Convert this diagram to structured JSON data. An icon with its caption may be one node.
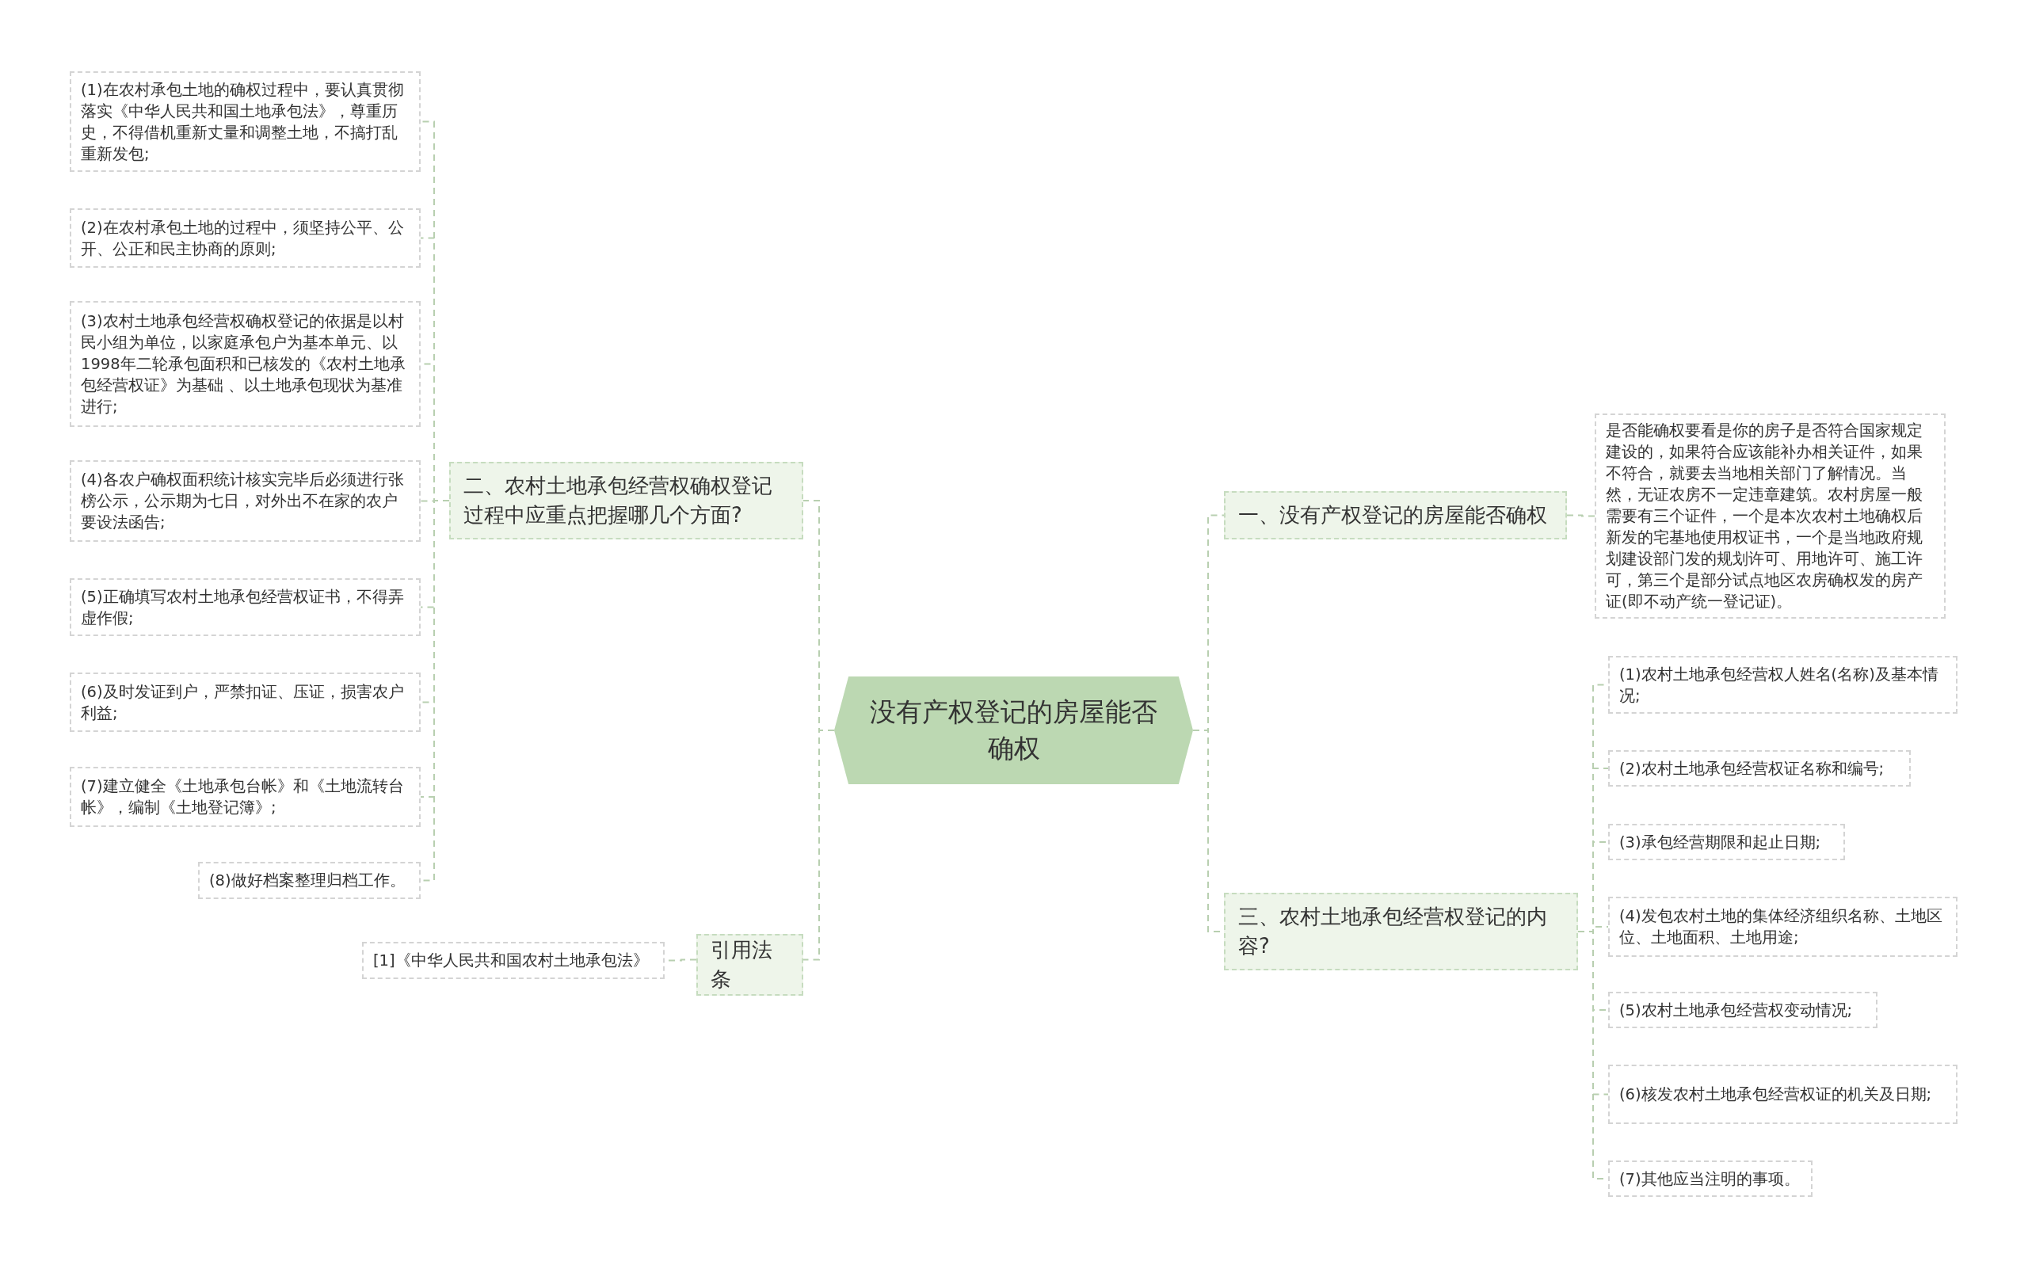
{
  "diagram": {
    "nodes": [
      {
        "text": [
          "没有产权登记的房屋能否确权"
        ]
      },
      {
        "text": [
          "一、没有产权登记的房屋能否确权"
        ]
      },
      {
        "text": [
          "是否能确权要看是你的房子是否符合国家规定建设的，如果符合应该能补办相关证件，如果不符合，就要去当地相关部门了解情况。当然，无证农房不一定违章建筑。农村房屋一般需要有三个证件，一个是本次农村土地确权后新发的宅基地使用权证书，一个是当地政府规划建设部门发的规划许可、用地许可、施工许可，第三个是部分试点地区农房确权发的房产证(即不动产统一登记证)。"
        ]
      },
      {
        "text": [
          "三、农村土地承包经营权登记的内容?"
        ]
      },
      {
        "text": [
          "(1)农村土地承包经营权人姓名(名称)及基本情况;"
        ]
      },
      {
        "text": [
          "(2)农村土地承包经营权证名称和编号;"
        ]
      },
      {
        "text": [
          "(3)承包经营期限和起止日期;"
        ]
      },
      {
        "text": [
          "(4)发包农村土地的集体经济组织名称、土地区位、土地面积、土地用途;"
        ]
      },
      {
        "text": [
          "(5)农村土地承包经营权变动情况;"
        ]
      },
      {
        "text": [
          "(6)核发农村土地承包经营权证的机关及日期;"
        ]
      },
      {
        "text": [
          "(7)其他应当注明的事项。"
        ]
      },
      {
        "text": [
          "二、农村土地承包经营权确权登记过程中应重点把握哪几个方面?"
        ]
      },
      {
        "text": [
          "(1)在农村承包土地的确权过程中，要认真贯彻落实《中华人民共和国土地承包法》，尊重历史，不得借机重新丈量和调整土地，不搞打乱重新发包;"
        ]
      },
      {
        "text": [
          "(2)在农村承包土地的过程中，须坚持公平、公开、公正和民主协商的原则;"
        ]
      },
      {
        "text": [
          "(3)农村土地承包经营权确权登记的依据是以村民小组为单位，以家庭承包户为基本单元、以1998年二轮承包面积和已核发的《农村土地承包经营权证》为基础 、以土地承包现状为基准进行;"
        ]
      },
      {
        "text": [
          "(4)各农户确权面积统计核实完毕后必须进行张榜公示，公示期为七日，对外出不在家的农户要设法函告;"
        ]
      },
      {
        "text": [
          "(5)正确填写农村土地承包经营权证书，不得弄虚作假;"
        ]
      },
      {
        "text": [
          "(6)及时发证到户，严禁扣证、压证，损害农户利益;"
        ]
      },
      {
        "text": [
          "(7)建立健全《土地承包台帐》和《土地流转台帐》，编制《土地登记簿》;"
        ]
      },
      {
        "text": [
          "(8)做好档案整理归档工作。"
        ]
      },
      {
        "text": [
          "引用法条"
        ]
      },
      {
        "text": [
          "[1]《中华人民共和国农村土地承包法》"
        ]
      }
    ],
    "edges": [
      {
        "from": 0,
        "to": 1,
        "arrow": "none"
      },
      {
        "from": 1,
        "to": 2,
        "arrow": "none"
      },
      {
        "from": 0,
        "to": 3,
        "arrow": "none"
      },
      {
        "from": 3,
        "to": 4,
        "arrow": "none"
      },
      {
        "from": 3,
        "to": 5,
        "arrow": "none"
      },
      {
        "from": 3,
        "to": 6,
        "arrow": "none"
      },
      {
        "from": 3,
        "to": 7,
        "arrow": "none"
      },
      {
        "from": 3,
        "to": 8,
        "arrow": "none"
      },
      {
        "from": 3,
        "to": 9,
        "arrow": "none"
      },
      {
        "from": 3,
        "to": 10,
        "arrow": "none"
      },
      {
        "from": 0,
        "to": 11,
        "arrow": "none"
      },
      {
        "from": 11,
        "to": 12,
        "arrow": "none"
      },
      {
        "from": 11,
        "to": 13,
        "arrow": "none"
      },
      {
        "from": 11,
        "to": 14,
        "arrow": "none"
      },
      {
        "from": 11,
        "to": 15,
        "arrow": "none"
      },
      {
        "from": 11,
        "to": 16,
        "arrow": "none"
      },
      {
        "from": 11,
        "to": 17,
        "arrow": "none"
      },
      {
        "from": 11,
        "to": 18,
        "arrow": "none"
      },
      {
        "from": 11,
        "to": 19,
        "arrow": "none"
      },
      {
        "from": 0,
        "to": 20,
        "arrow": "none"
      },
      {
        "from": 20,
        "to": 21,
        "arrow": "none"
      }
    ]
  }
}
